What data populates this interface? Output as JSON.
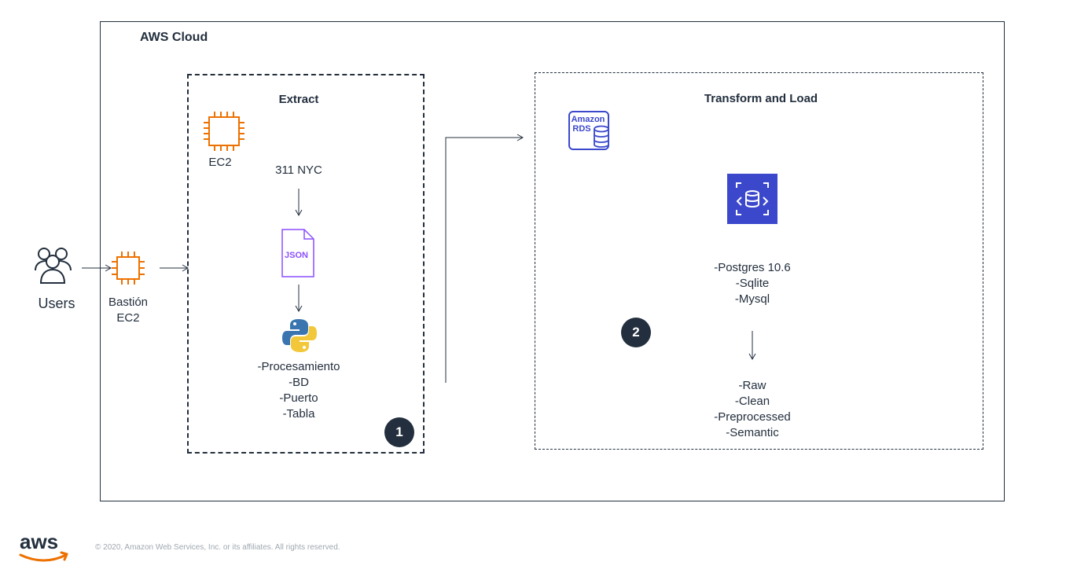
{
  "cloud": {
    "title": "AWS Cloud"
  },
  "users": {
    "label": "Users"
  },
  "bastion": {
    "line1": "Bastión",
    "line2": "EC2"
  },
  "extract": {
    "title": "Extract",
    "ec2_label": "EC2",
    "source": "311 NYC",
    "json_icon_text": "JSON",
    "steps": [
      "-Procesamiento",
      "-BD",
      "-Puerto",
      "-Tabla"
    ],
    "badge": "1"
  },
  "transform": {
    "title": "Transform and Load",
    "rds_icon_text_1": "Amazon",
    "rds_icon_text_2": "RDS",
    "engines": [
      "-Postgres 10.6",
      "-Sqlite",
      "-Mysql"
    ],
    "layers": [
      "-Raw",
      "-Clean",
      "-Preprocessed",
      "-Semantic"
    ],
    "badge": "2"
  },
  "footer": {
    "logo": "aws",
    "copyright": "© 2020, Amazon Web Services, Inc. or its affiliates. All rights reserved."
  },
  "colors": {
    "ec2": "#ED7100",
    "rds": "#3B48CC",
    "json": "#8C4FFF",
    "ink": "#232F3E"
  }
}
